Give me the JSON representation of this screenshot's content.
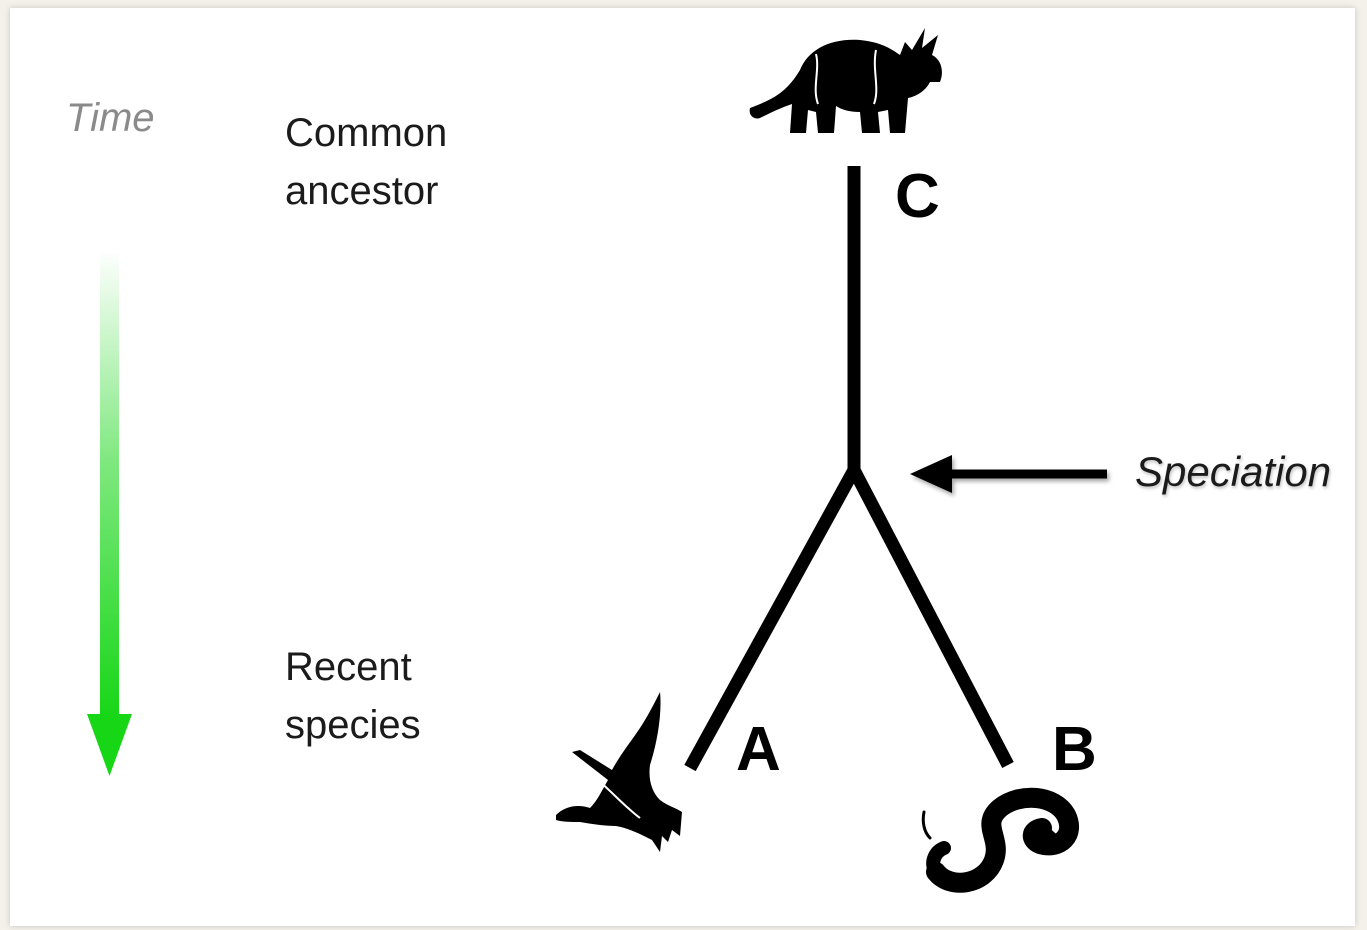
{
  "time_axis": {
    "label": "Time",
    "arrow_color_start": "#ffffff",
    "arrow_color_end": "#16d616"
  },
  "rows": {
    "ancestor": [
      "Common",
      "ancestor"
    ],
    "recent": [
      "Recent",
      "species"
    ]
  },
  "nodes": {
    "ancestor": {
      "letter": "C",
      "icon": "triceratops-icon"
    },
    "left": {
      "letter": "A",
      "icon": "bird-icon"
    },
    "right": {
      "letter": "B",
      "icon": "snake-icon"
    }
  },
  "event": {
    "label": "Speciation"
  }
}
